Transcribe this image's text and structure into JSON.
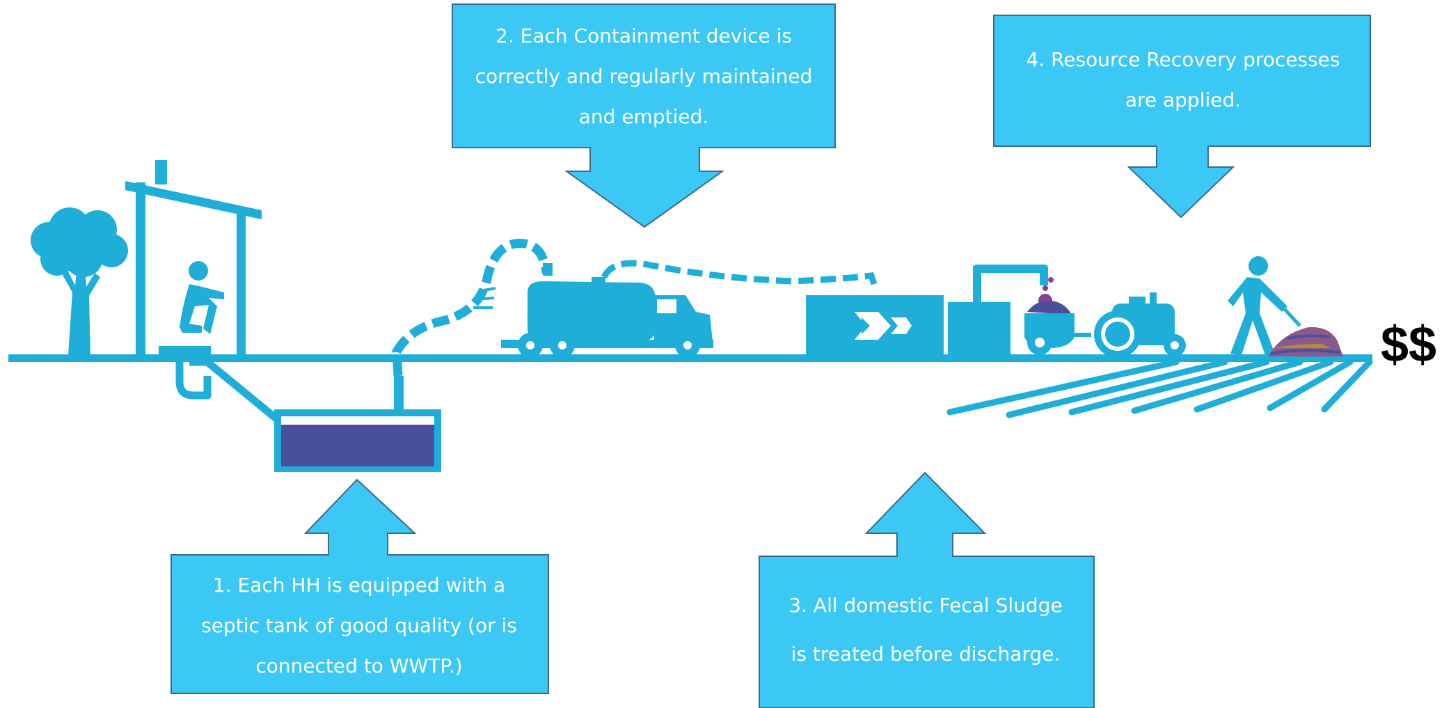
{
  "colors": {
    "accent": "#3cc8f4",
    "accent_stroke": "#3d6a8a",
    "illustration": "#1eaed8",
    "tank_fill": "#4a4f9a",
    "text_on_accent": "#ffffff",
    "money_text": "#000000"
  },
  "callouts": {
    "step1": "1. Each HH is equipped with a septic tank of good quality (or is connected to WWTP.)",
    "step2": "2. Each Containment device is correctly and regularly maintained and emptied.",
    "step3": "3. All domestic Fecal Sludge is treated before discharge.",
    "step4": "4. Resource Recovery processes are applied."
  },
  "money_label": "$$",
  "icons": [
    "tree-icon",
    "toilet-shelter-icon",
    "person-squatting-icon",
    "septic-tank-icon",
    "vacuum-hose-icon",
    "vacuum-truck-icon",
    "treatment-plant-icon",
    "tractor-icon",
    "worker-shoveling-icon",
    "compost-pile-icon",
    "field-furrows-icon"
  ]
}
